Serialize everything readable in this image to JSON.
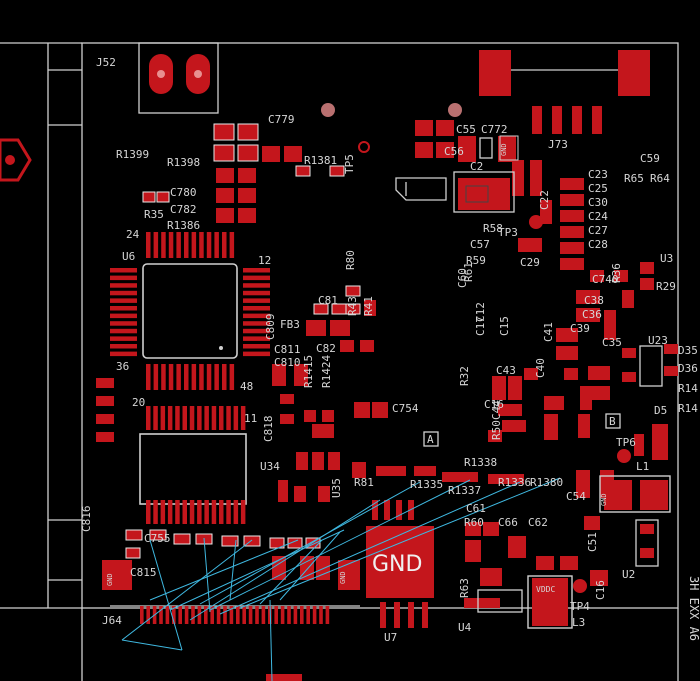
{
  "board": {
    "designators": [
      "J52",
      "R1399",
      "R1398",
      "C779",
      "R1381",
      "TP5",
      "C780",
      "C782",
      "R35",
      "R1386",
      "U6",
      "C55",
      "C772",
      "C56",
      "C2",
      "C59",
      "R65",
      "R64",
      "J73",
      "C23",
      "C25",
      "C30",
      "C24",
      "C27",
      "C28",
      "C57",
      "R58",
      "R59",
      "R61",
      "C60",
      "TP3",
      "C22",
      "C29",
      "U3",
      "C740",
      "R36",
      "R29",
      "R80",
      "FB3",
      "C81",
      "C82",
      "C809",
      "C811",
      "C810",
      "R43",
      "R41",
      "R1415",
      "R1424",
      "C754",
      "R32",
      "C12",
      "C17",
      "C15",
      "C16",
      "C43",
      "C44",
      "R50",
      "C41",
      "C40",
      "C39",
      "C38",
      "C36",
      "C35",
      "U23",
      "D35",
      "D36",
      "R14",
      "R14",
      "D5",
      "R81",
      "C818",
      "U34",
      "U35",
      "R1338",
      "R1335",
      "R1337",
      "R1336",
      "R1380",
      "C816",
      "C755",
      "C815",
      "J64",
      "U7",
      "U4",
      "R63",
      "C61",
      "R60",
      "C66",
      "C62",
      "C54",
      "C51",
      "C16",
      "TP4",
      "L3",
      "U2",
      "L1",
      "TP6"
    ],
    "pin_numbers": [
      "24",
      "12",
      "36",
      "48",
      "20",
      "11"
    ],
    "markers": [
      "A",
      "B"
    ],
    "pad_labels": [
      "GND",
      "GND",
      "GND",
      "GND"
    ],
    "big_pad_label": "GND",
    "chip_label": "VDDC",
    "edge_text": "3H EXX A6"
  },
  "colors": {
    "copper": "#c4161c",
    "silk": "#d6d6d6",
    "ratsnest": "#3fb8e0",
    "background": "#000000"
  }
}
